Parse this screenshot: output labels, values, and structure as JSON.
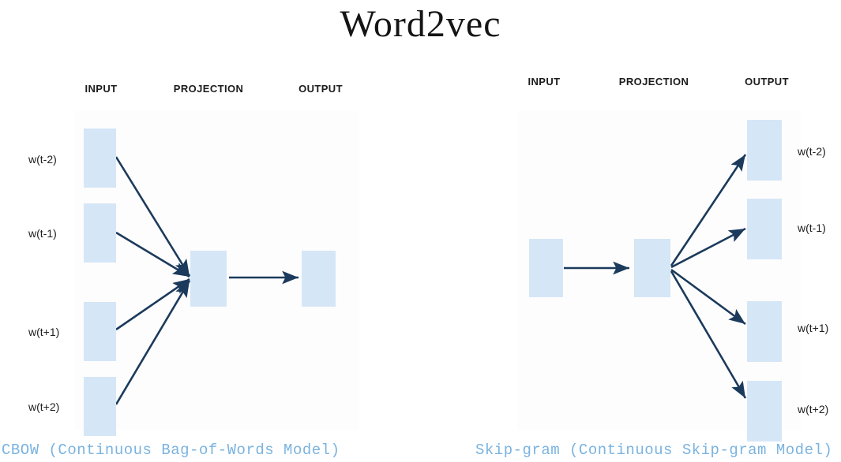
{
  "title": "Word2vec",
  "accent_colors": {
    "node_fill": "#d5e6f7",
    "arrow": "#1b3a5c",
    "caption_text": "#7ab3e0",
    "header_text": "#1c1c1c",
    "panel_background": "#fdfdfd",
    "page_background": "#ffffff"
  },
  "cbow": {
    "caption": "CBOW (Continuous Bag-of-Words Model)",
    "headers": {
      "input": "INPUT",
      "projection": "PROJECTION",
      "output": "OUTPUT"
    },
    "input_labels": [
      "w(t-2)",
      "w(t-1)",
      "w(t+1)",
      "w(t+2)"
    ],
    "projection_label": "",
    "output_label": ""
  },
  "skipgram": {
    "caption": "Skip-gram (Continuous Skip-gram Model)",
    "headers": {
      "input": "INPUT",
      "projection": "PROJECTION",
      "output": "OUTPUT"
    },
    "input_label": "",
    "projection_label": "",
    "output_labels": [
      "w(t-2)",
      "w(t-1)",
      "w(t+1)",
      "w(t+2)"
    ]
  }
}
